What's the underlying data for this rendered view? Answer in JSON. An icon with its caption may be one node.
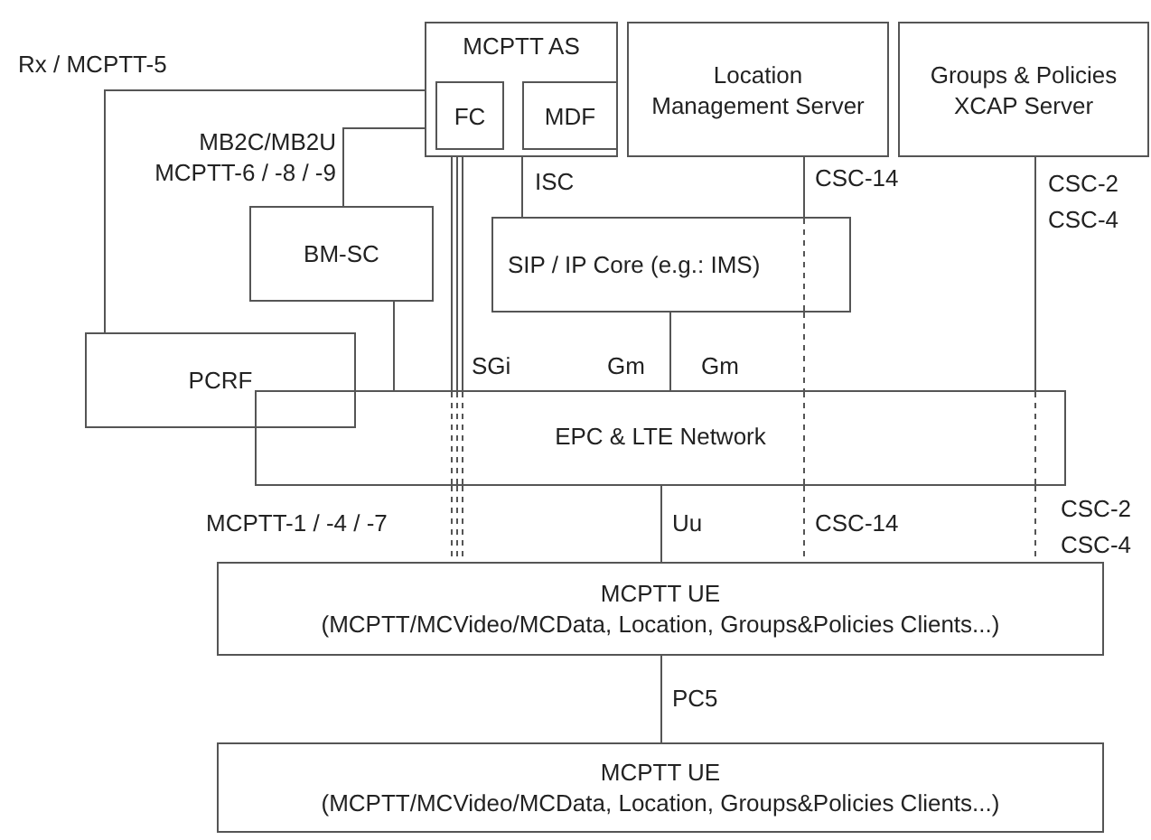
{
  "diagram": {
    "nodes": [
      {
        "text": [
          "MCPTT AS"
        ]
      },
      {
        "text": [
          "FC"
        ],
        "in": 0
      },
      {
        "text": [
          "MDF"
        ],
        "in": 0
      },
      {
        "text": [
          "Location Management Server"
        ]
      },
      {
        "text": [
          "Groups & Policies XCAP Server"
        ]
      },
      {
        "text": [
          "BM-SC"
        ]
      },
      {
        "text": [
          "SIP / IP Core (e.g.: IMS)"
        ]
      },
      {
        "text": [
          "PCRF"
        ]
      },
      {
        "text": [
          "EPC & LTE Network"
        ]
      },
      {
        "text": [
          "MCPTT UE",
          "(MCPTT/MCVideo/MCData, Location, Groups&Policies Clients...)"
        ]
      },
      {
        "text": [
          "MCPTT UE",
          "(MCPTT/MCVideo/MCData, Location, Groups&Policies Clients...)"
        ]
      }
    ],
    "edges": [
      {
        "from": 7,
        "to": 0,
        "arrow": "none",
        "label": "Rx / MCPTT-5"
      },
      {
        "from": 5,
        "to": 0,
        "arrow": "none",
        "label": "MB2C/MB2U MCPTT-6 / -8 / -9"
      },
      {
        "from": 0,
        "to": 6,
        "arrow": "none",
        "label": "ISC"
      },
      {
        "from": 5,
        "to": 8,
        "arrow": "none"
      },
      {
        "from": 6,
        "to": 8,
        "arrow": "none",
        "label": "Gm"
      },
      {
        "from": 0,
        "to": 8,
        "arrow": "none",
        "label": "SGi"
      },
      {
        "from": 8,
        "to": 9,
        "arrow": "none",
        "label": "MCPTT-1 / -4 / -7",
        "style": "dashed"
      },
      {
        "from": 3,
        "to": 6,
        "arrow": "none",
        "label": "CSC-14"
      },
      {
        "from": 6,
        "to": 8,
        "arrow": "none",
        "style": "dashed"
      },
      {
        "from": 8,
        "to": 9,
        "arrow": "none",
        "label": "CSC-14",
        "style": "dashed"
      },
      {
        "from": 4,
        "to": 8,
        "arrow": "none",
        "label": "CSC-2 CSC-4"
      },
      {
        "from": 8,
        "to": 9,
        "arrow": "none",
        "label": "CSC-2 CSC-4",
        "style": "dashed"
      },
      {
        "from": 8,
        "to": 9,
        "arrow": "none",
        "label": "Uu"
      },
      {
        "from": 9,
        "to": 10,
        "arrow": "none",
        "label": "PC5"
      }
    ],
    "labels": [
      "Gm"
    ]
  }
}
